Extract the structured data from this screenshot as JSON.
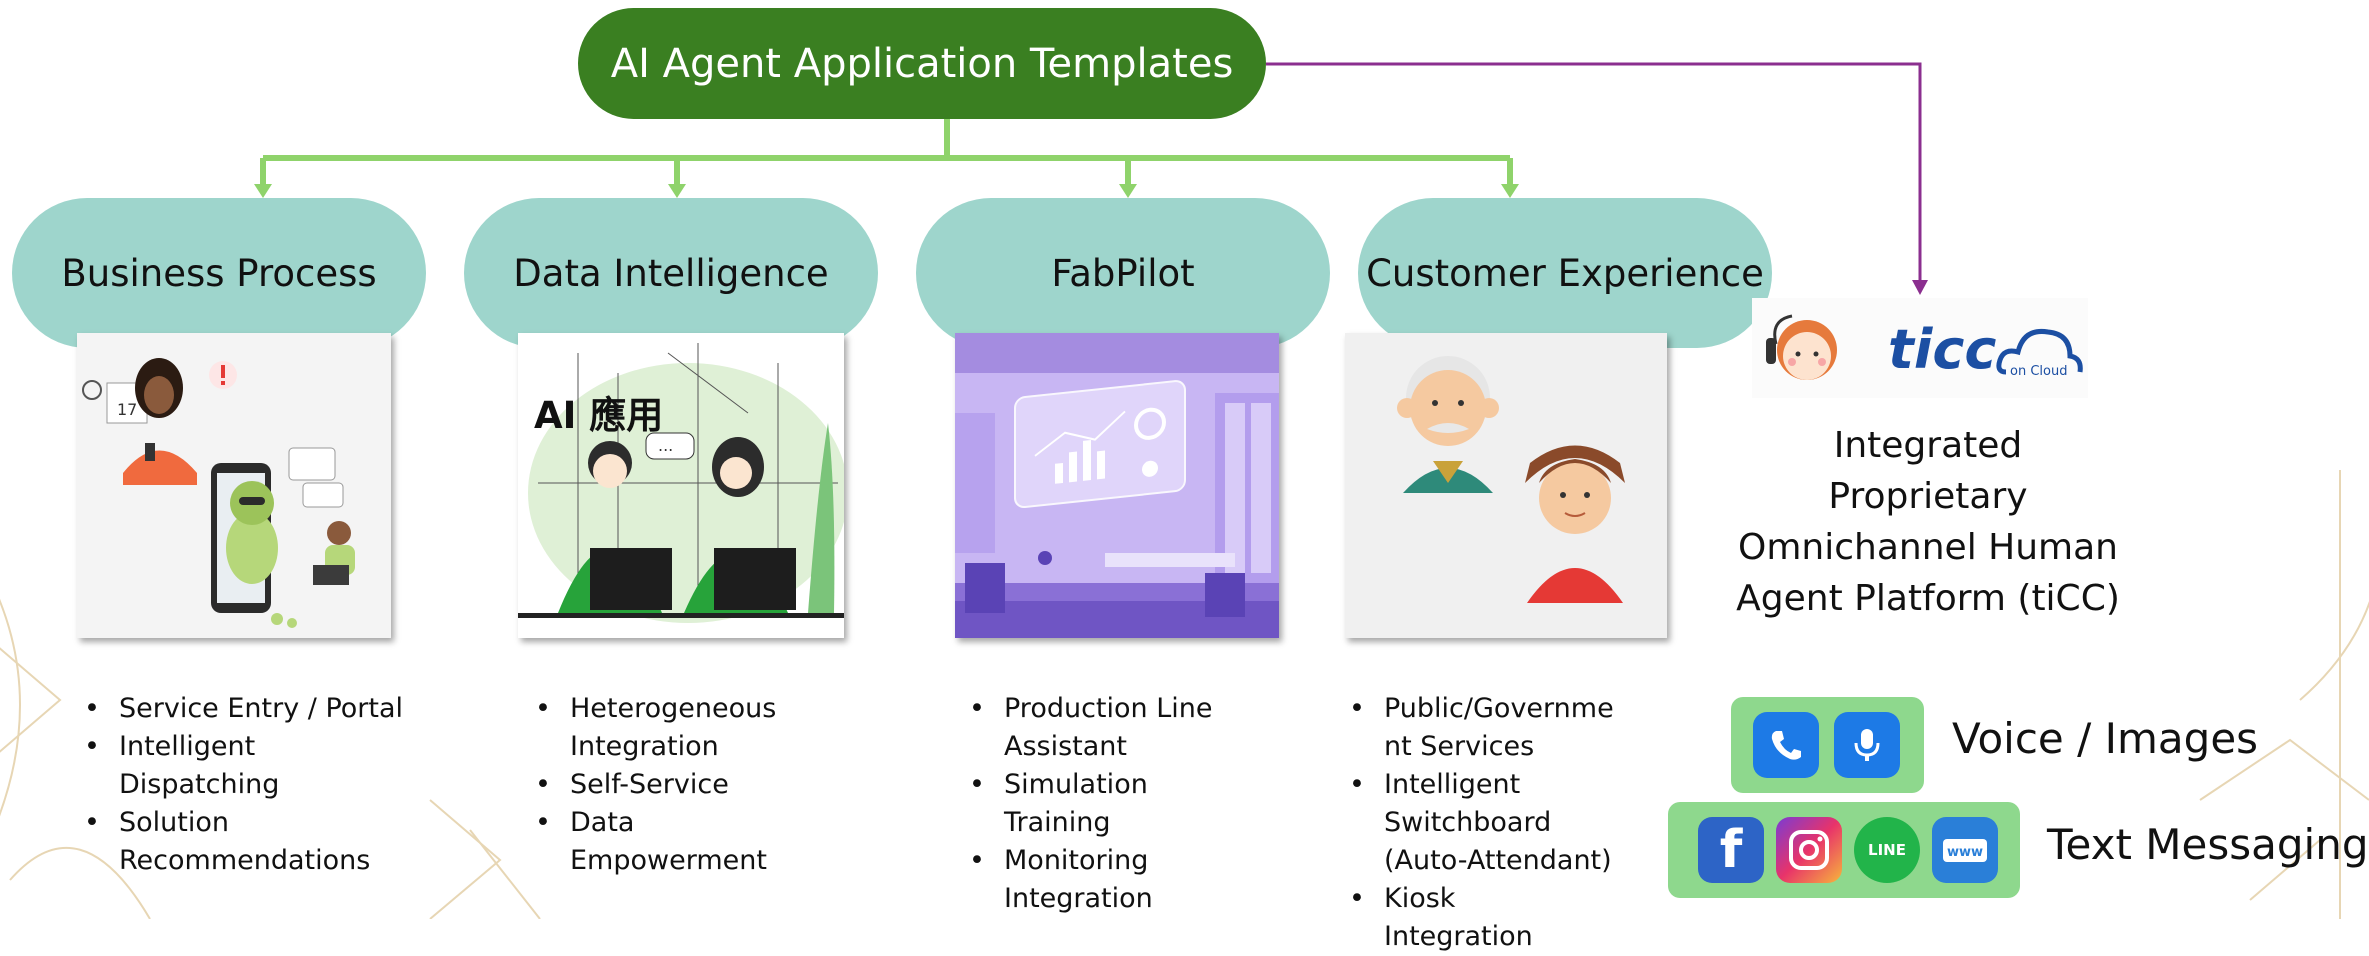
{
  "title": "AI Agent Application Templates",
  "categories": [
    {
      "label": "Business Process",
      "image_text": "",
      "bullets": [
        "Service Entry / Portal",
        "Intelligent Dispatching",
        "Solution Recommendations"
      ]
    },
    {
      "label": "Data Intelligence",
      "image_text": "AI 應用",
      "bullets": [
        "Heterogeneous Integration",
        "Self-Service",
        "Data Empowerment"
      ]
    },
    {
      "label": "FabPilot",
      "image_text": "",
      "bullets": [
        "Production Line Assistant",
        "Simulation Training",
        "Monitoring Integration"
      ]
    },
    {
      "label": "Customer Experience",
      "image_text": "",
      "bullets": [
        "Public/Governme nt Services",
        "Intelligent Switchboard (Auto-Attendant)",
        "Kiosk Integration"
      ]
    }
  ],
  "ticc": {
    "logo_text": "ticc",
    "logo_sub": "on Cloud",
    "caption_lines": [
      "Integrated",
      "Proprietary",
      "Omnichannel Human",
      "Agent Platform (tiCC)"
    ]
  },
  "channels": {
    "voice_label": "Voice / Images",
    "text_label": "Text Messaging",
    "line_icon_text": "LINE",
    "web_icon_text": "www"
  },
  "colors": {
    "title_pill": "#3a7f21",
    "category_pill": "#9ed5cc",
    "connector_green": "#8fd36b",
    "connector_purple": "#8b2f8f",
    "channel_box": "#8ed88d"
  }
}
